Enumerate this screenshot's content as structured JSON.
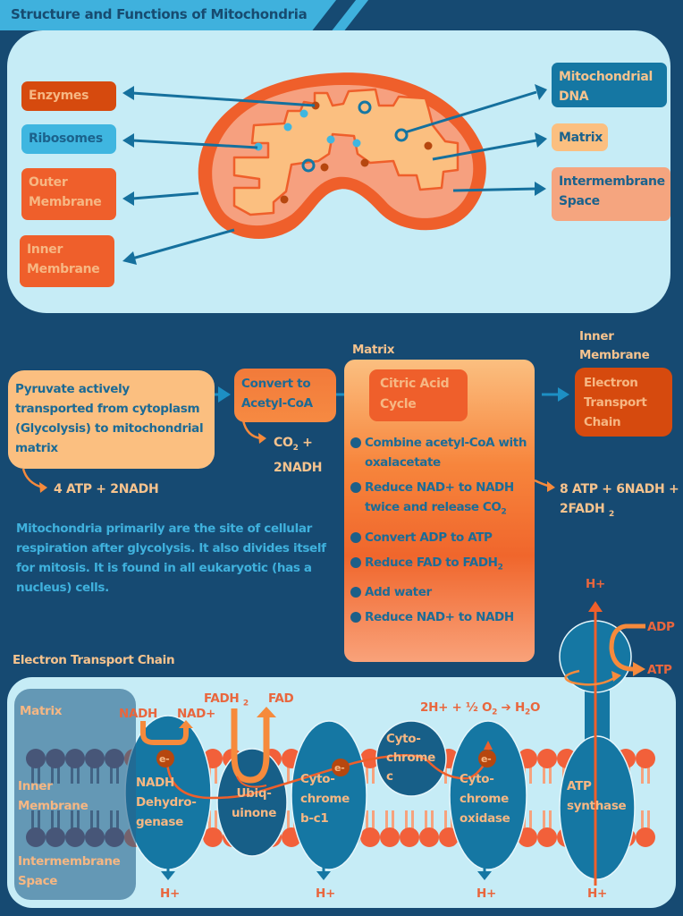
{
  "title": "Structure and Functions of Mitochondria",
  "structure": {
    "left_labels": [
      {
        "text": "Enzymes",
        "color": "#d64a0e"
      },
      {
        "text": "Ribosomes",
        "color": "#3fb6e0"
      },
      {
        "text": "Outer Membrane",
        "color": "#ef5f2b"
      },
      {
        "text": "Inner Membrane",
        "color": "#ef5f2b"
      }
    ],
    "right_labels": [
      {
        "text": "Mitochondrial DNA",
        "color": "#1577a3"
      },
      {
        "text": "Matrix",
        "color": "#fbbf80"
      },
      {
        "text": "Intermembrane Space",
        "color": "#f5a57f"
      }
    ]
  },
  "flow": {
    "step1": "Pyruvate actively transported from cytoplasm (Glycolysis) to mitochondrial matrix",
    "step1_output": "4 ATP + 2NADH",
    "step2": "Convert to Acetyl-CoA",
    "step2_output_a": "CO",
    "step2_output_sub": "2",
    "step2_output_b": " +",
    "step2_output_c": "2NADH",
    "matrix_label": "Matrix",
    "step3": "Citric Acid Cycle",
    "step3_bullets": [
      {
        "text": "Combine acetyl-CoA with oxalacetate",
        "sub": ""
      },
      {
        "text": "Reduce NAD+ to NADH twice and release CO",
        "sub": "2"
      },
      {
        "text": "Convert ADP to ATP",
        "sub": ""
      },
      {
        "text": "Reduce FAD to FADH",
        "sub": "2"
      },
      {
        "text": "Add water",
        "sub": ""
      },
      {
        "text": "Reduce NAD+ to NADH",
        "sub": ""
      }
    ],
    "step3_output_a": "8 ATP + 6NADH +",
    "step3_output_b": "2FADH",
    "step3_output_sub": "2",
    "inner_membrane_label": "Inner Membrane",
    "step4": "Electron Transport Chain"
  },
  "description": "Mitochondria primarily are the site of cellular respiration after glycolysis. It also divides itself for mitosis. It is found in all eukaryotic (has a nucleus) cells.",
  "etc": {
    "heading": "Electron Transport Chain",
    "side_labels": {
      "matrix": "Matrix",
      "inner": "Inner Membrane",
      "intermembrane": "Intermembrane Space"
    },
    "nadh": "NADH",
    "nad_plus": "NAD+",
    "fadh2": "FADH",
    "fadh2_sub": "2",
    "fad": "FAD",
    "electron": "e-",
    "proton": "H+",
    "complexes": {
      "c1": "NADH Dehydro- genase",
      "ubiq": "Ubiq- uinone",
      "c3": "Cyto- chrome b-c1",
      "cytc": "Cyto- chrome c",
      "c4": "Cyto- chrome oxidase",
      "atp": "ATP synthase"
    },
    "water_reaction_a": "2H+ + ½ O",
    "water_reaction_sub": "2",
    "water_reaction_arrow": "➔",
    "water_reaction_b": "H",
    "water_reaction_sub2": "2",
    "water_reaction_c": "O",
    "adp": "ADP",
    "atp": "ATP"
  },
  "colors": {
    "navy": "#164a72",
    "light_panel": "#c6ecf6",
    "orange": "#ef5f2b",
    "peach": "#fbbf80",
    "teal": "#1577a3"
  }
}
